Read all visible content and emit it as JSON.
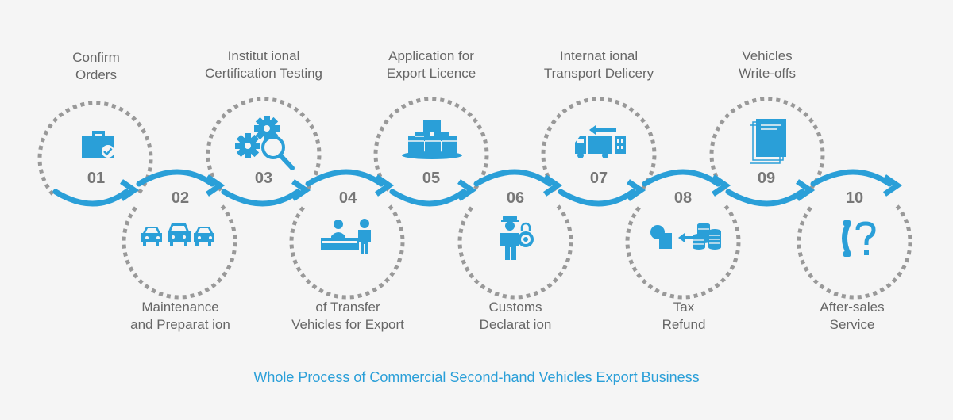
{
  "caption": "Whole Process of Commercial Second-hand Vehicles Export Business",
  "colors": {
    "accent": "#2a9fd8",
    "dots": "#999999",
    "text": "#666666",
    "background": "#f5f5f5"
  },
  "steps": [
    {
      "number": "01",
      "lines": [
        "Confirm",
        "Orders"
      ],
      "icon": "briefcase-check-icon"
    },
    {
      "number": "02",
      "lines": [
        "Maintenance",
        "and Preparat ion"
      ],
      "icon": "three-cars-icon"
    },
    {
      "number": "03",
      "lines": [
        "Institut ional",
        "Certification Testing"
      ],
      "icon": "gears-magnifier-icon"
    },
    {
      "number": "04",
      "lines": [
        "of Transfer",
        "Vehicles  for Export"
      ],
      "icon": "service-desk-icon"
    },
    {
      "number": "05",
      "lines": [
        "Application for",
        "Export Licence"
      ],
      "icon": "document-stack-icon"
    },
    {
      "number": "06",
      "lines": [
        "Customs",
        "Declarat ion"
      ],
      "icon": "customs-officer-icon"
    },
    {
      "number": "07",
      "lines": [
        "Internat ional",
        "Transport Delicery"
      ],
      "icon": "truck-arrow-icon"
    },
    {
      "number": "08",
      "lines": [
        "Tax",
        "Refund"
      ],
      "icon": "coins-refund-icon"
    },
    {
      "number": "09",
      "lines": [
        "Vehicles",
        "Write-offs"
      ],
      "icon": "books-icon"
    },
    {
      "number": "10",
      "lines": [
        "After-sales",
        "Service"
      ],
      "icon": "phone-question-icon"
    }
  ]
}
